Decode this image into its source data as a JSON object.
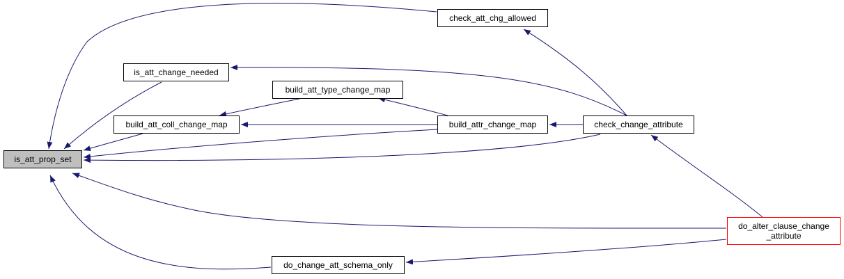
{
  "colors": {
    "edge": "#191970",
    "border": "#000000",
    "truncated_border": "#ff0000",
    "focus_fill": "#bfbfbf",
    "background": "#ffffff"
  },
  "nodes": {
    "is_att_prop_set": {
      "label": "is_att_prop_set"
    },
    "check_att_chg_allowed": {
      "label": "check_att_chg_allowed"
    },
    "is_att_change_needed": {
      "label": "is_att_change_needed"
    },
    "build_att_type_change_map": {
      "label": "build_att_type_change_map"
    },
    "build_att_coll_change_map": {
      "label": "build_att_coll_change_map"
    },
    "build_attr_change_map": {
      "label": "build_attr_change_map"
    },
    "check_change_attribute": {
      "label": "check_change_attribute"
    },
    "do_alter_clause_change_attribute": {
      "label_line1": "do_alter_clause_change",
      "label_line2": "_attribute"
    },
    "do_change_att_schema_only": {
      "label": "do_change_att_schema_only"
    }
  },
  "edges": [
    {
      "from": "check_att_chg_allowed",
      "to": "is_att_prop_set"
    },
    {
      "from": "is_att_change_needed",
      "to": "is_att_prop_set"
    },
    {
      "from": "build_att_coll_change_map",
      "to": "is_att_prop_set"
    },
    {
      "from": "build_attr_change_map",
      "to": "is_att_prop_set"
    },
    {
      "from": "check_change_attribute",
      "to": "is_att_prop_set"
    },
    {
      "from": "do_alter_clause_change_attribute",
      "to": "is_att_prop_set"
    },
    {
      "from": "do_change_att_schema_only",
      "to": "is_att_prop_set"
    },
    {
      "from": "check_change_attribute",
      "to": "check_att_chg_allowed"
    },
    {
      "from": "check_change_attribute",
      "to": "is_att_change_needed"
    },
    {
      "from": "build_attr_change_map",
      "to": "build_att_type_change_map"
    },
    {
      "from": "build_att_type_change_map",
      "to": "build_att_coll_change_map"
    },
    {
      "from": "build_attr_change_map",
      "to": "build_att_coll_change_map"
    },
    {
      "from": "check_change_attribute",
      "to": "build_attr_change_map"
    },
    {
      "from": "do_alter_clause_change_attribute",
      "to": "check_change_attribute"
    },
    {
      "from": "do_alter_clause_change_attribute",
      "to": "do_change_att_schema_only"
    }
  ]
}
